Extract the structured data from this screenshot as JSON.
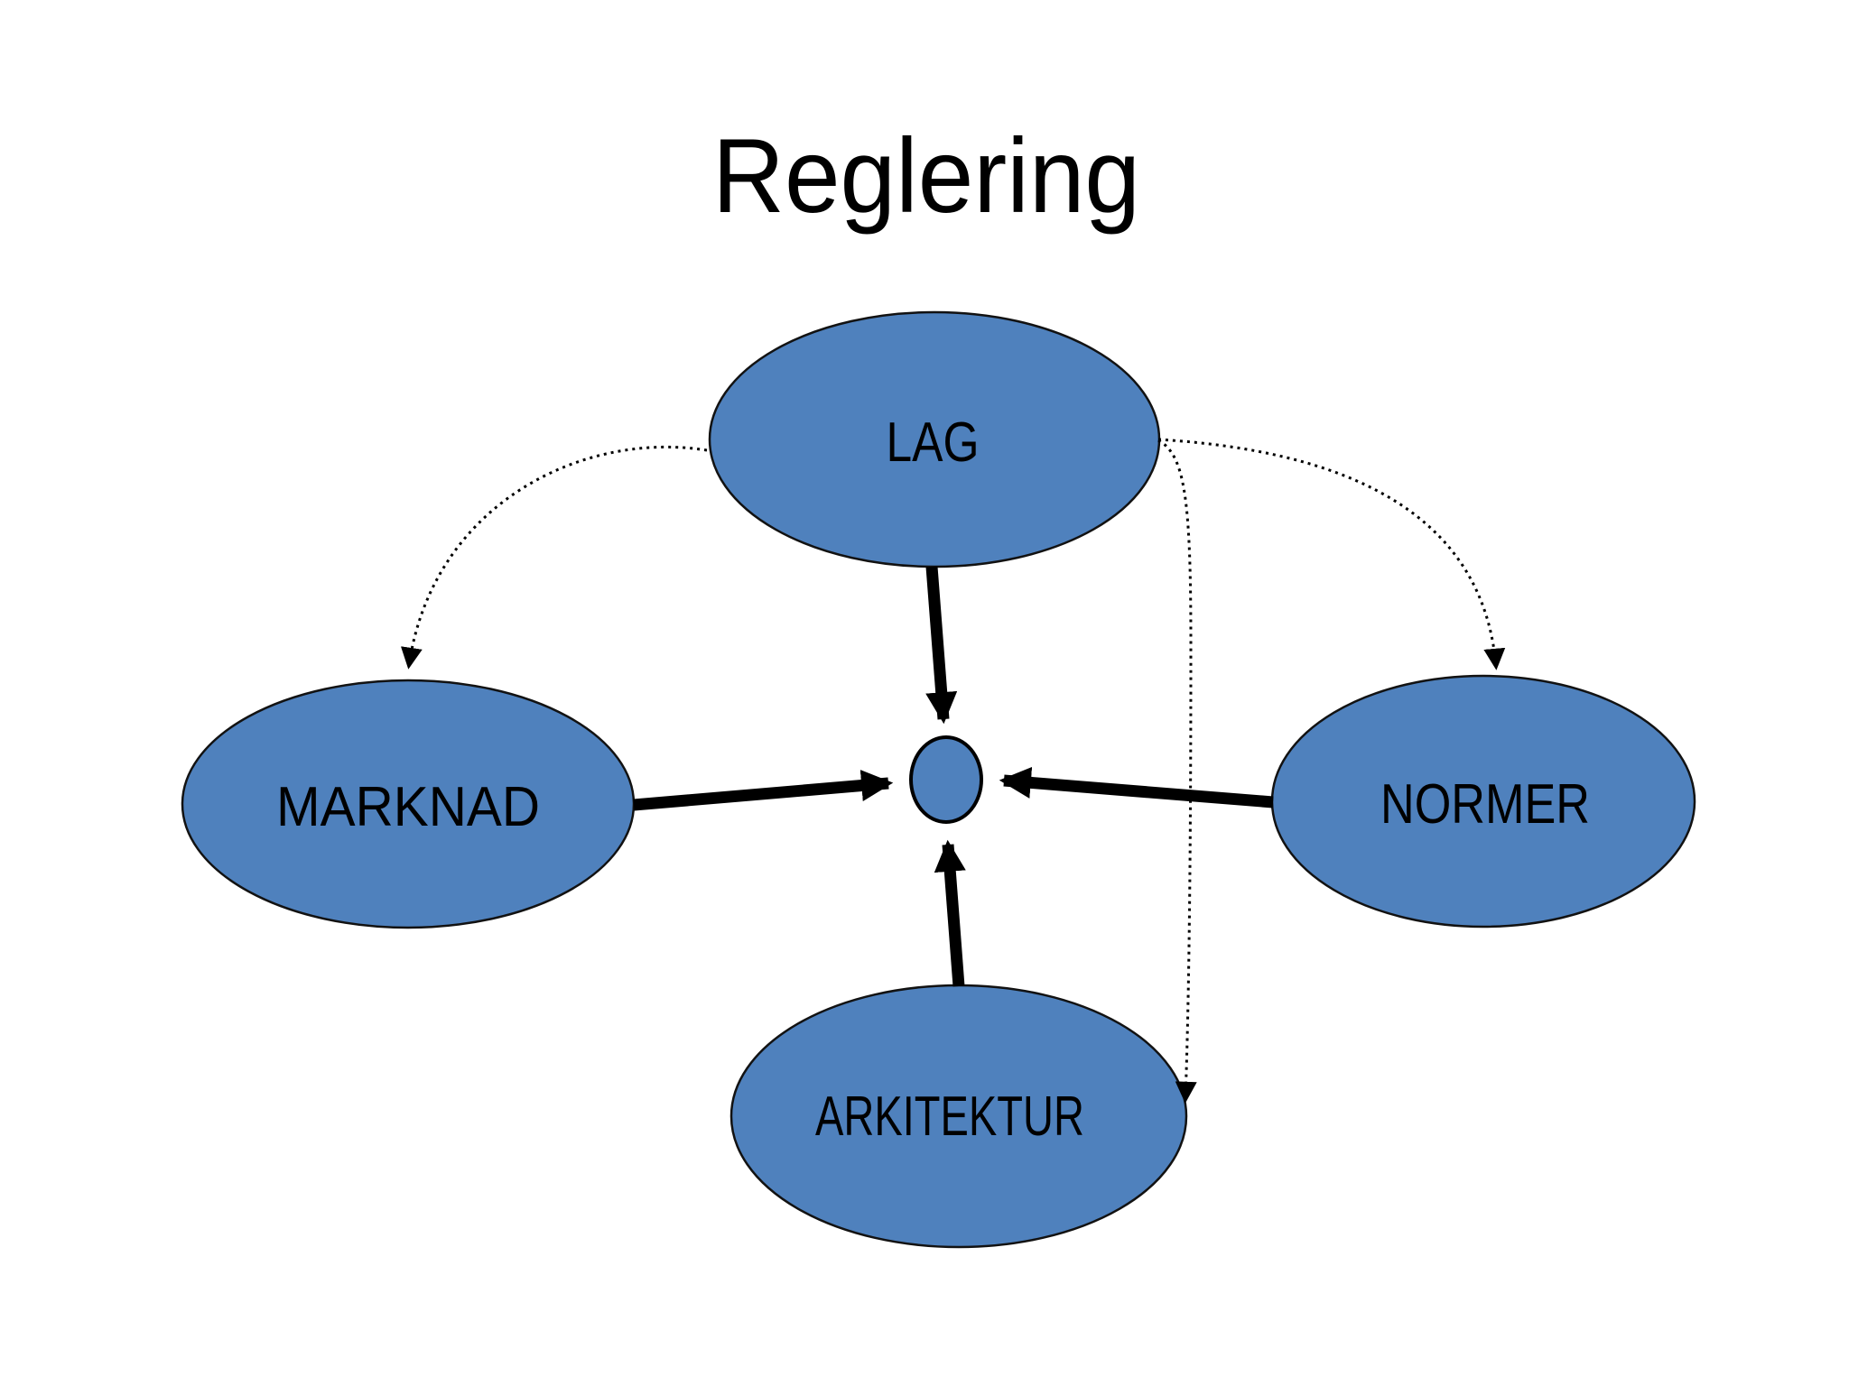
{
  "title": "Reglering",
  "colors": {
    "background": "#ffffff",
    "node_fill": "#4f81bd",
    "node_stroke": "#121212",
    "arrow": "#000000",
    "text": "#000000"
  },
  "nodes": {
    "lag": {
      "label": "LAG"
    },
    "marknad": {
      "label": "MARKNAD"
    },
    "normer": {
      "label": "NORMER"
    },
    "arkitektur": {
      "label": "ARKITEKTUR"
    },
    "center": {
      "label": ""
    }
  },
  "connections": {
    "solid_arrows": [
      {
        "from": "LAG",
        "to": "center"
      },
      {
        "from": "MARKNAD",
        "to": "center"
      },
      {
        "from": "NORMER",
        "to": "center"
      },
      {
        "from": "ARKITEKTUR",
        "to": "center"
      }
    ],
    "dotted_arrows": [
      {
        "from": "LAG",
        "to": "MARKNAD"
      },
      {
        "from": "LAG",
        "to": "NORMER"
      },
      {
        "from": "LAG",
        "to": "ARKITEKTUR"
      }
    ]
  }
}
